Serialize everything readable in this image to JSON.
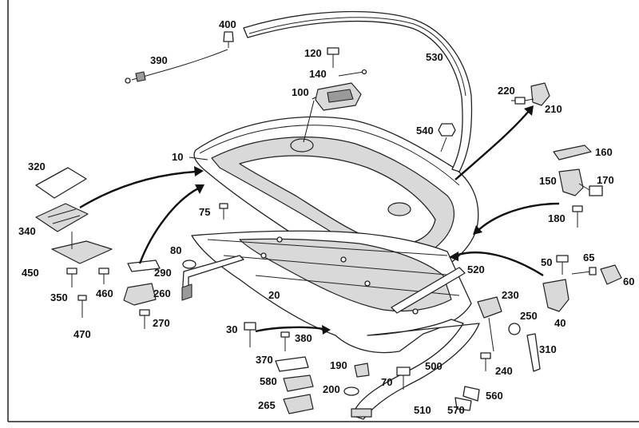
{
  "diagram": {
    "callouts": [
      {
        "id": "c400",
        "label": "400"
      },
      {
        "id": "c390",
        "label": "390"
      },
      {
        "id": "c120",
        "label": "120"
      },
      {
        "id": "c530",
        "label": "530"
      },
      {
        "id": "c140",
        "label": "140"
      },
      {
        "id": "c100",
        "label": "100"
      },
      {
        "id": "c220",
        "label": "220"
      },
      {
        "id": "c210",
        "label": "210"
      },
      {
        "id": "c540",
        "label": "540"
      },
      {
        "id": "c10",
        "label": "10"
      },
      {
        "id": "c160",
        "label": "160"
      },
      {
        "id": "c320",
        "label": "320"
      },
      {
        "id": "c150",
        "label": "150"
      },
      {
        "id": "c170",
        "label": "170"
      },
      {
        "id": "c75",
        "label": "75"
      },
      {
        "id": "c180",
        "label": "180"
      },
      {
        "id": "c340",
        "label": "340"
      },
      {
        "id": "c80",
        "label": "80"
      },
      {
        "id": "c290",
        "label": "290"
      },
      {
        "id": "c50",
        "label": "50"
      },
      {
        "id": "c65",
        "label": "65"
      },
      {
        "id": "c520",
        "label": "520"
      },
      {
        "id": "c450",
        "label": "450"
      },
      {
        "id": "c60",
        "label": "60"
      },
      {
        "id": "c260",
        "label": "260"
      },
      {
        "id": "c350",
        "label": "350"
      },
      {
        "id": "c460",
        "label": "460"
      },
      {
        "id": "c20",
        "label": "20"
      },
      {
        "id": "c230",
        "label": "230"
      },
      {
        "id": "c250",
        "label": "250"
      },
      {
        "id": "c270",
        "label": "270"
      },
      {
        "id": "c40",
        "label": "40"
      },
      {
        "id": "c470",
        "label": "470"
      },
      {
        "id": "c30",
        "label": "30"
      },
      {
        "id": "c380",
        "label": "380"
      },
      {
        "id": "c310",
        "label": "310"
      },
      {
        "id": "c370",
        "label": "370"
      },
      {
        "id": "c190",
        "label": "190"
      },
      {
        "id": "c500",
        "label": "500"
      },
      {
        "id": "c240",
        "label": "240"
      },
      {
        "id": "c580",
        "label": "580"
      },
      {
        "id": "c70",
        "label": "70"
      },
      {
        "id": "c200",
        "label": "200"
      },
      {
        "id": "c560",
        "label": "560"
      },
      {
        "id": "c265",
        "label": "265"
      },
      {
        "id": "c510",
        "label": "510"
      },
      {
        "id": "c570",
        "label": "570"
      }
    ]
  }
}
